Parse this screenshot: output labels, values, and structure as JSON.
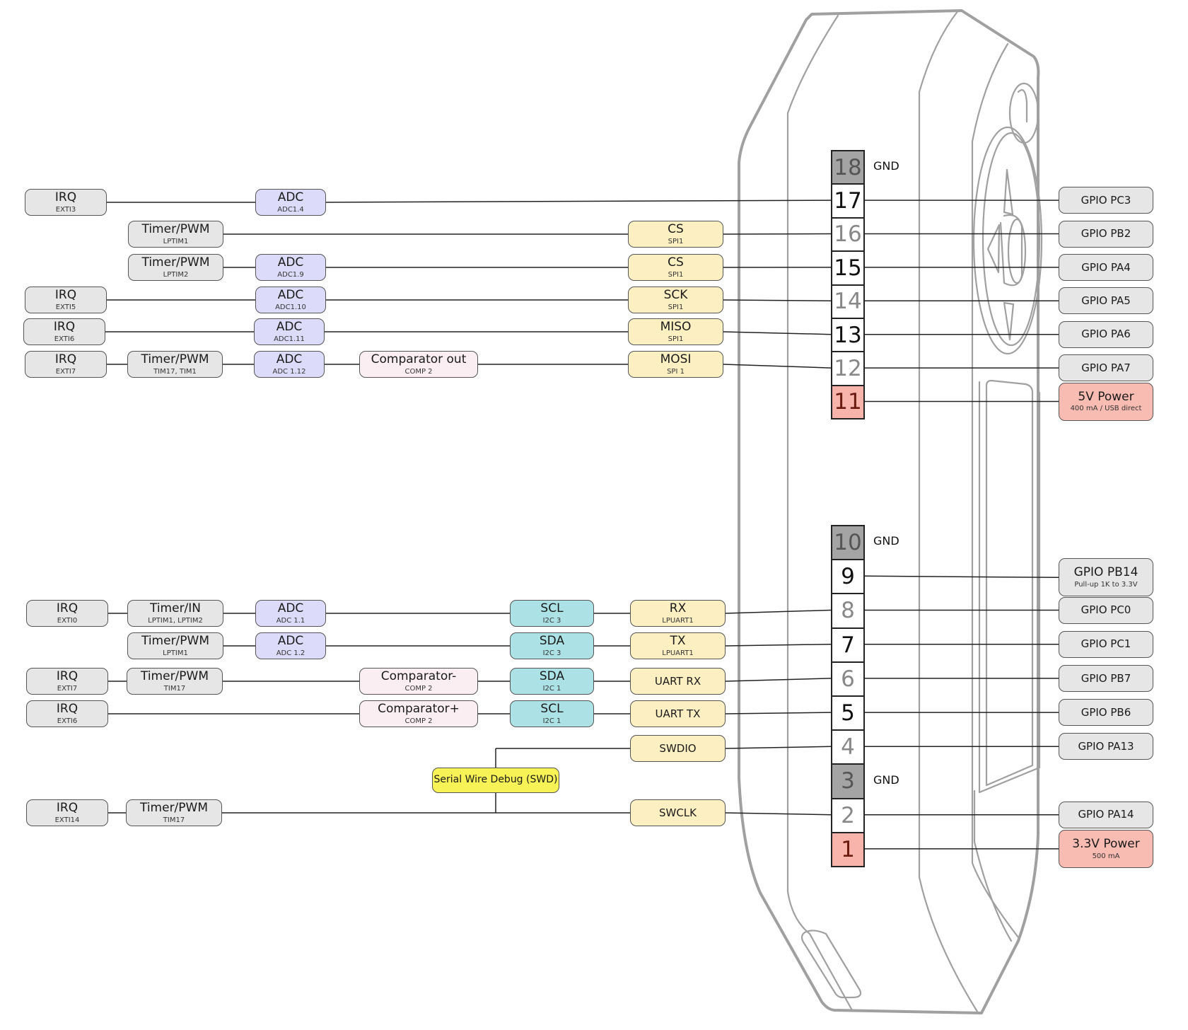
{
  "diagram": {
    "title": "Flipper Zero GPIO pinout",
    "colors": {
      "gpio": "#e6e6e6",
      "adc": "#dcdcfa",
      "spi_uart": "#fcefc2",
      "comparator": "#fbeef2",
      "i2c": "#ace2e6",
      "power": "#f8bcb2",
      "swd": "#f7f256",
      "gnd_pin": "#a4a4a4"
    },
    "gnd_label": "GND",
    "top_header": {
      "pins": [
        {
          "num": "18",
          "type": "gnd"
        },
        {
          "num": "17",
          "type": "dark"
        },
        {
          "num": "16",
          "type": "dim"
        },
        {
          "num": "15",
          "type": "dark"
        },
        {
          "num": "14",
          "type": "dim"
        },
        {
          "num": "13",
          "type": "dark"
        },
        {
          "num": "12",
          "type": "dim"
        },
        {
          "num": "11",
          "type": "pwr"
        }
      ]
    },
    "bottom_header": {
      "pins": [
        {
          "num": "10",
          "type": "gnd"
        },
        {
          "num": "9",
          "type": "dark"
        },
        {
          "num": "8",
          "type": "dim"
        },
        {
          "num": "7",
          "type": "dark"
        },
        {
          "num": "6",
          "type": "dim"
        },
        {
          "num": "5",
          "type": "dark"
        },
        {
          "num": "4",
          "type": "dim"
        },
        {
          "num": "3",
          "type": "gnd"
        },
        {
          "num": "2",
          "type": "dim"
        },
        {
          "num": "1",
          "type": "pwr"
        }
      ]
    },
    "gpio_labels": {
      "17": {
        "title": "GPIO PC3"
      },
      "16": {
        "title": "GPIO PB2"
      },
      "15": {
        "title": "GPIO PA4"
      },
      "14": {
        "title": "GPIO PA5"
      },
      "13": {
        "title": "GPIO PA6"
      },
      "12": {
        "title": "GPIO PA7"
      },
      "11": {
        "title": "5V Power",
        "sub": "400 mA / USB direct"
      },
      "9": {
        "title": "GPIO PB14",
        "sub": "Pull-up 1K to 3.3V"
      },
      "8": {
        "title": "GPIO PC0"
      },
      "7": {
        "title": "GPIO PC1"
      },
      "6": {
        "title": "GPIO PB7"
      },
      "5": {
        "title": "GPIO PB6"
      },
      "4": {
        "title": "GPIO PA13"
      },
      "2": {
        "title": "GPIO PA14"
      },
      "1": {
        "title": "3.3V Power",
        "sub": "500 mA"
      }
    },
    "functions": {
      "p17": [
        {
          "title": "IRQ",
          "sub": "EXTI3"
        },
        {
          "title": "ADC",
          "sub": "ADC1.4"
        }
      ],
      "p16": [
        {
          "title": "Timer/PWM",
          "sub": "LPTIM1"
        },
        {
          "title": "CS",
          "sub": "SPI1"
        }
      ],
      "p15": [
        {
          "title": "Timer/PWM",
          "sub": "LPTIM2"
        },
        {
          "title": "ADC",
          "sub": "ADC1.9"
        },
        {
          "title": "CS",
          "sub": "SPI1"
        }
      ],
      "p14": [
        {
          "title": "IRQ",
          "sub": "EXTI5"
        },
        {
          "title": "ADC",
          "sub": "ADC1.10"
        },
        {
          "title": "SCK",
          "sub": "SPI1"
        }
      ],
      "p13": [
        {
          "title": "IRQ",
          "sub": "EXTI6"
        },
        {
          "title": "ADC",
          "sub": "ADC1.11"
        },
        {
          "title": "MISO",
          "sub": "SPI1"
        }
      ],
      "p12": [
        {
          "title": "IRQ",
          "sub": "EXTI7"
        },
        {
          "title": "Timer/PWM",
          "sub": "TIM17, TIM1"
        },
        {
          "title": "ADC",
          "sub": "ADC 1.12"
        },
        {
          "title": "Comparator out",
          "sub": "COMP 2"
        },
        {
          "title": "MOSI",
          "sub": "SPI 1"
        }
      ],
      "p8": [
        {
          "title": "IRQ",
          "sub": "EXTI0"
        },
        {
          "title": "Timer/IN",
          "sub": "LPTIM1, LPTIM2"
        },
        {
          "title": "ADC",
          "sub": "ADC 1.1"
        },
        {
          "title": "SCL",
          "sub": "I2C 3"
        },
        {
          "title": "RX",
          "sub": "LPUART1"
        }
      ],
      "p7": [
        {
          "title": "Timer/PWM",
          "sub": "LPTIM1"
        },
        {
          "title": "ADC",
          "sub": "ADC 1.2"
        },
        {
          "title": "SDA",
          "sub": "I2C 3"
        },
        {
          "title": "TX",
          "sub": "LPUART1"
        }
      ],
      "p6": [
        {
          "title": "IRQ",
          "sub": "EXTI7"
        },
        {
          "title": "Timer/PWM",
          "sub": "TIM17"
        },
        {
          "title": "Comparator-",
          "sub": "COMP 2"
        },
        {
          "title": "SDA",
          "sub": "I2C 1"
        },
        {
          "title": "UART RX"
        }
      ],
      "p5": [
        {
          "title": "IRQ",
          "sub": "EXTI6"
        },
        {
          "title": "Comparator+",
          "sub": "COMP 2"
        },
        {
          "title": "SCL",
          "sub": "I2C 1"
        },
        {
          "title": "UART TX"
        }
      ],
      "p4": [
        {
          "title": "SWDIO"
        }
      ],
      "p2": [
        {
          "title": "IRQ",
          "sub": "EXTI14"
        },
        {
          "title": "Timer/PWM",
          "sub": "TIM17"
        },
        {
          "title": "SWCLK"
        }
      ],
      "swd": {
        "title": "Serial Wire Debug (SWD)"
      }
    }
  }
}
